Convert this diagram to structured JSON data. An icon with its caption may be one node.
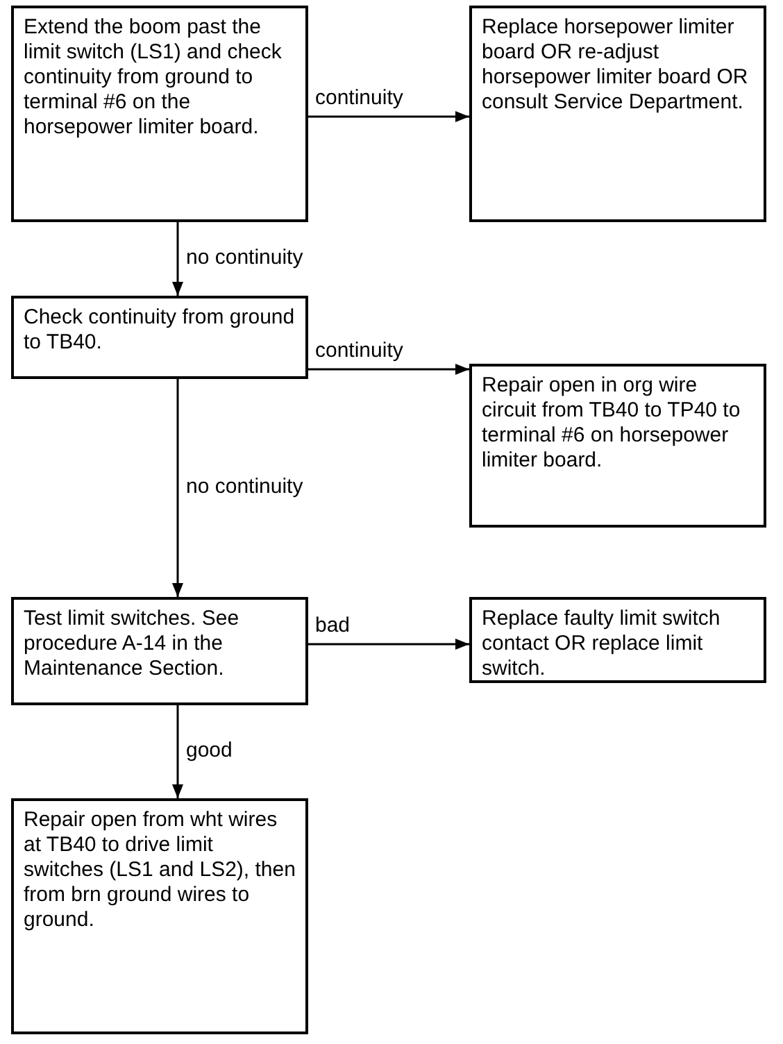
{
  "diagram": {
    "nodes": [
      {
        "text": [
          "Extend the boom past the limit switch (LS1) and check continuity from ground to terminal #6 on the horsepower limiter board."
        ]
      },
      {
        "text": [
          "Replace horsepower limiter board OR re-adjust horsepower limiter board OR consult Service Department."
        ]
      },
      {
        "text": [
          "Check continuity from ground to TB40."
        ]
      },
      {
        "text": [
          "Repair open in org wire circuit from TB40 to TP40 to terminal #6 on horsepower limiter board."
        ]
      },
      {
        "text": [
          "Test limit switches. See procedure A-14 in the Maintenance Section."
        ]
      },
      {
        "text": [
          "Replace faulty limit switch contact OR replace limit switch."
        ]
      },
      {
        "text": [
          "Repair open from wht wires at TB40 to drive limit switches (LS1 and LS2), then from brn ground wires to ground."
        ]
      }
    ],
    "edges": [
      {
        "from": 0,
        "to": 1,
        "arrow": "to",
        "label": "continuity"
      },
      {
        "from": 0,
        "to": 2,
        "arrow": "to",
        "label": "no continuity"
      },
      {
        "from": 2,
        "to": 3,
        "arrow": "to",
        "label": "continuity"
      },
      {
        "from": 2,
        "to": 4,
        "arrow": "to",
        "label": "no continuity"
      },
      {
        "from": 4,
        "to": 5,
        "arrow": "to",
        "label": "bad"
      },
      {
        "from": 4,
        "to": 6,
        "arrow": "to",
        "label": "good"
      }
    ]
  }
}
